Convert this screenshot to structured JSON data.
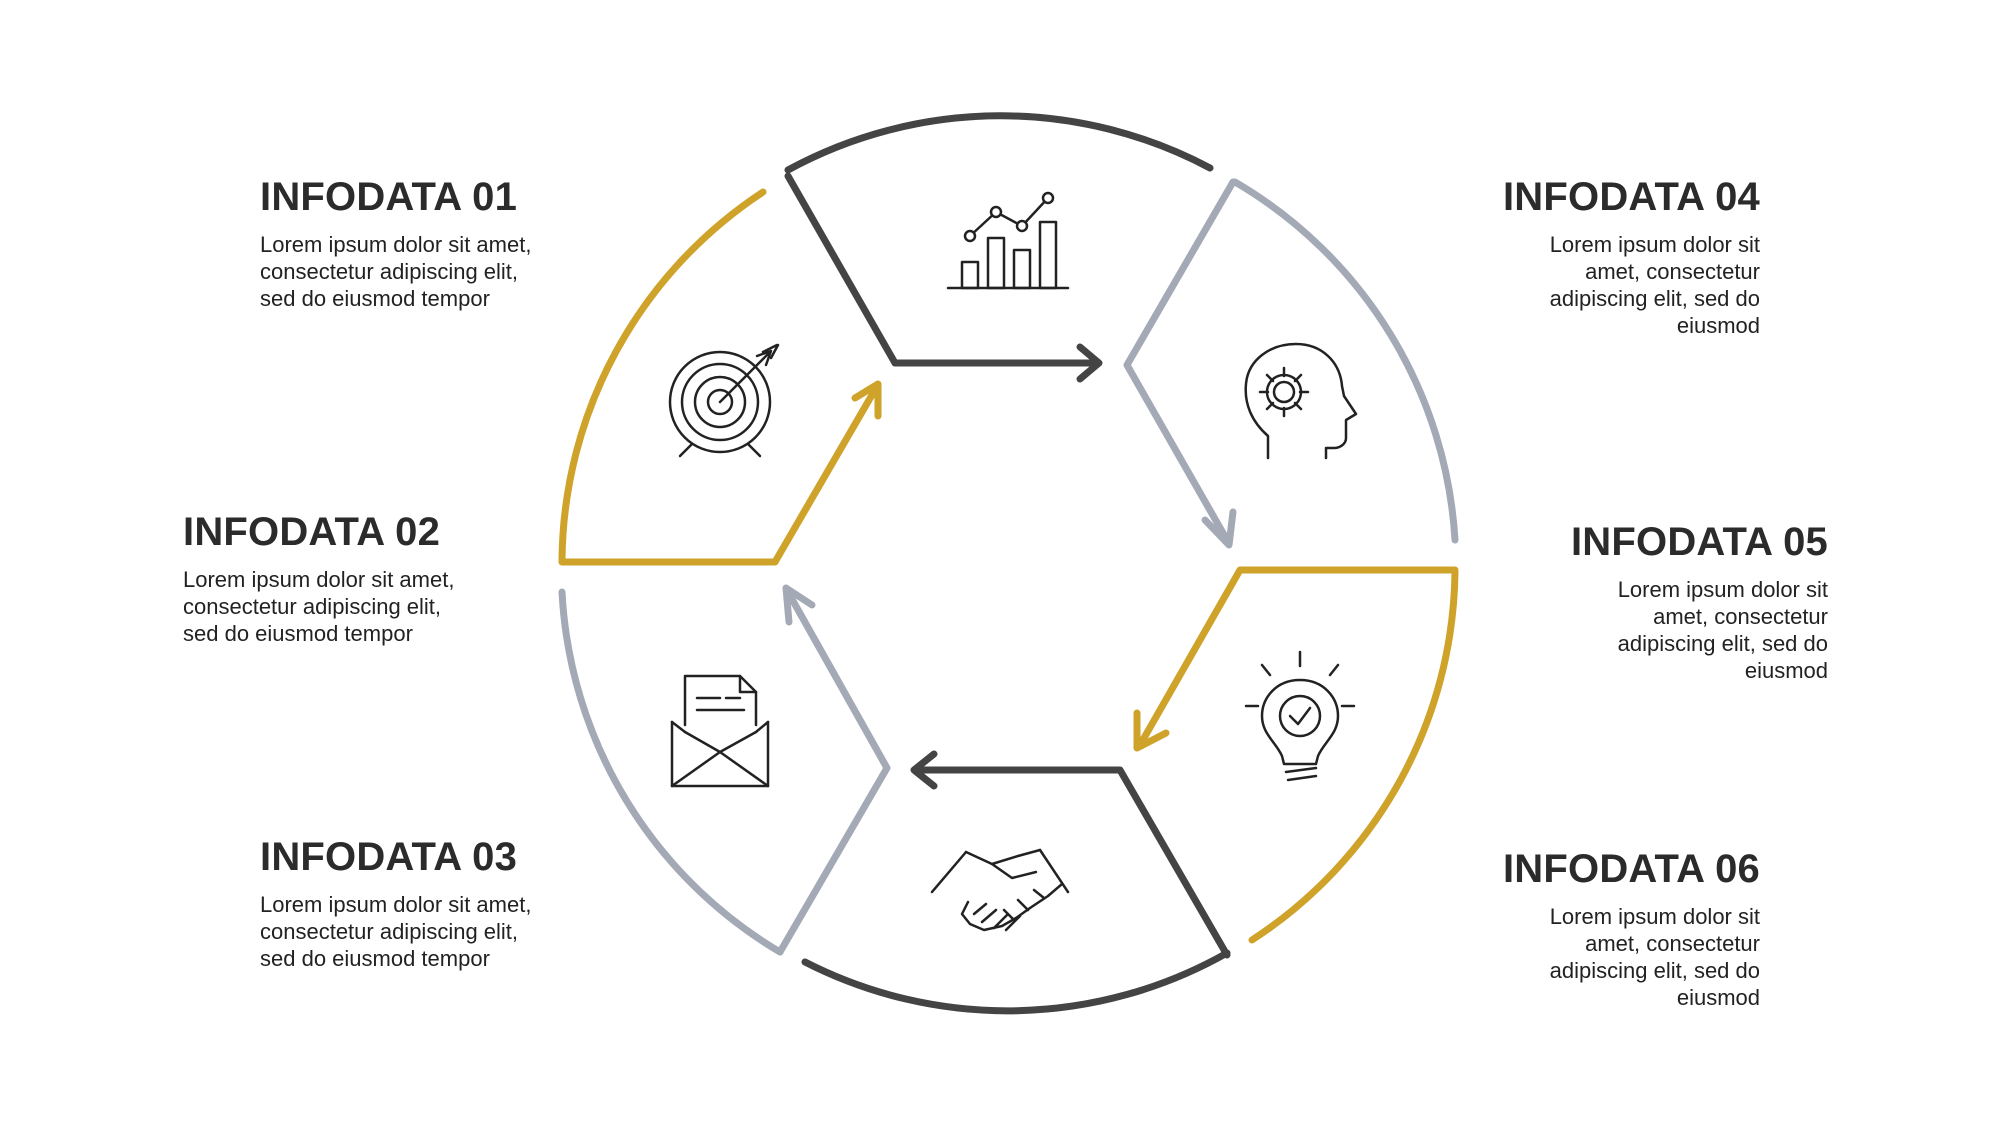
{
  "colors": {
    "dark": "#444444",
    "gold": "#CFA22A",
    "gray": "#A3A9B5"
  },
  "items": [
    {
      "title": "INFODATA 01",
      "text": "Lorem ipsum dolor sit amet,\nconsectetur adipiscing elit,\nsed do eiusmod tempor",
      "icon": "target-icon"
    },
    {
      "title": "INFODATA 02",
      "text": "Lorem ipsum dolor sit amet,\nconsectetur adipiscing elit,\nsed do eiusmod tempor",
      "icon": "letter-envelope-icon"
    },
    {
      "title": "INFODATA 03",
      "text": "Lorem ipsum dolor sit amet,\nconsectetur adipiscing elit,\nsed do eiusmod tempor",
      "icon": "handshake-icon"
    },
    {
      "title": "INFODATA 04",
      "text": "Lorem ipsum dolor sit\namet, consectetur\nadipiscing elit, sed do\neiusmod",
      "icon": "bar-chart-icon"
    },
    {
      "title": "INFODATA 05",
      "text": "Lorem ipsum dolor sit\namet, consectetur\nadipiscing elit, sed do\neiusmod",
      "icon": "head-gear-icon"
    },
    {
      "title": "INFODATA 06",
      "text": "Lorem ipsum dolor sit\namet, consectetur\nadipiscing elit, sed do\neiusmod",
      "icon": "lightbulb-check-icon"
    }
  ]
}
